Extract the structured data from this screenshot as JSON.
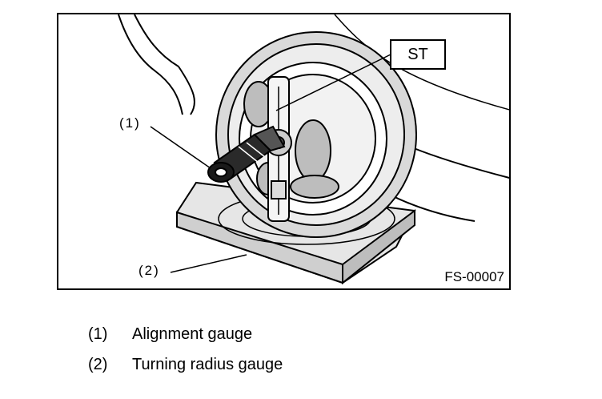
{
  "figure": {
    "id_label": "FS-00007",
    "st_label": "ST",
    "callout_1": "(1)",
    "callout_2": "(2)"
  },
  "legend": [
    {
      "number": "(1)",
      "text": "Alignment gauge"
    },
    {
      "number": "(2)",
      "text": "Turning radius gauge"
    }
  ]
}
